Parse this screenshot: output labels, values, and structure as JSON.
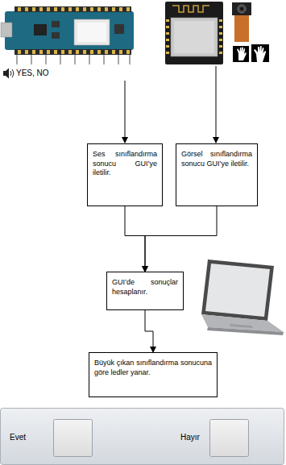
{
  "diagram": {
    "nodes": [
      {
        "text": [
          "Ses sınıflandırma sonucu GUI’ye iletilir."
        ]
      },
      {
        "text": [
          "Görsel sınıflandırma sonucu GUI’ye iletilir."
        ]
      },
      {
        "text": [
          "GUI’de sonuçlar hesaplanır."
        ]
      },
      {
        "text": [
          "Büyük çıkan sınıflandırma sonucuna göre ledler yanar."
        ]
      }
    ],
    "edges": [
      {
        "from": 0,
        "to": 2,
        "arrow": "to"
      },
      {
        "from": 1,
        "to": 2,
        "arrow": "to"
      },
      {
        "from": 2,
        "to": 3,
        "arrow": "to"
      }
    ],
    "labels": [
      "YES, NO",
      "Evet",
      "Hayır"
    ]
  }
}
